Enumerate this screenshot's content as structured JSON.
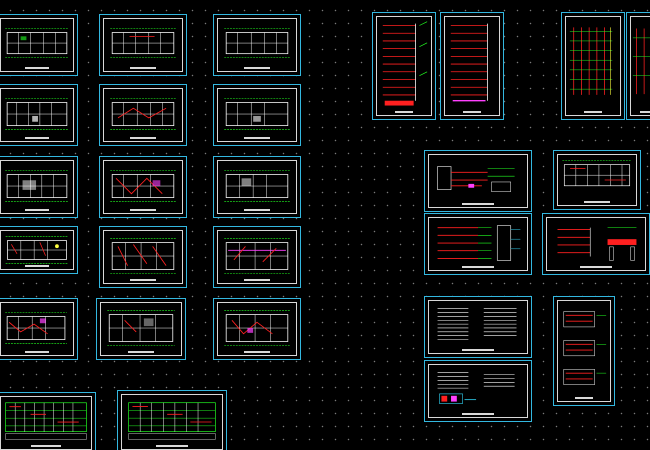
{
  "viewer": {
    "background": "#000000",
    "grid_dot_color": "#7a7a7a",
    "sheet_frame_color": "#33b8e0",
    "sheet_border_color": "#d8d8d8"
  },
  "palette": {
    "green": "#22ff22",
    "red": "#ff2020",
    "white": "#ffffff",
    "cyan": "#33ddff",
    "magenta": "#ff40ff",
    "yellow": "#ffff40"
  },
  "sheets": {
    "floor_plans": 15,
    "elevation_tables": 2,
    "riser_diagrams": 4,
    "system_diagrams": 5,
    "notes_sheets": 2
  }
}
